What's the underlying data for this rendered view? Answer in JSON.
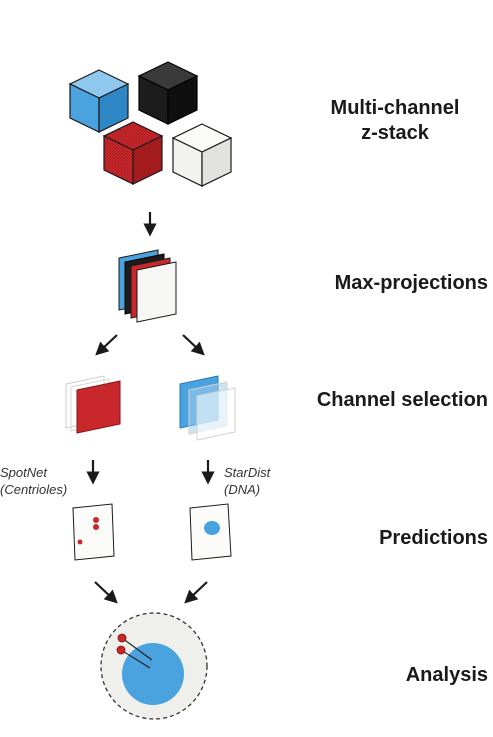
{
  "steps": {
    "zstack": {
      "line1": "Multi-channel",
      "line2": "z-stack"
    },
    "maxproj": {
      "label": "Max-projections"
    },
    "channel": {
      "label": "Channel selection"
    },
    "predictions": {
      "label": "Predictions"
    },
    "analysis": {
      "label": "Analysis"
    }
  },
  "tools": {
    "spotnet": {
      "name": "SpotNet",
      "target": "(Centrioles)"
    },
    "stardist": {
      "name": "StarDist",
      "target": "(DNA)"
    }
  },
  "colors": {
    "blue": "#4aa3df",
    "black": "#1c1c1c",
    "red": "#c8282b",
    "white": "#f2f2ef",
    "arrow": "#1a1a1a"
  }
}
